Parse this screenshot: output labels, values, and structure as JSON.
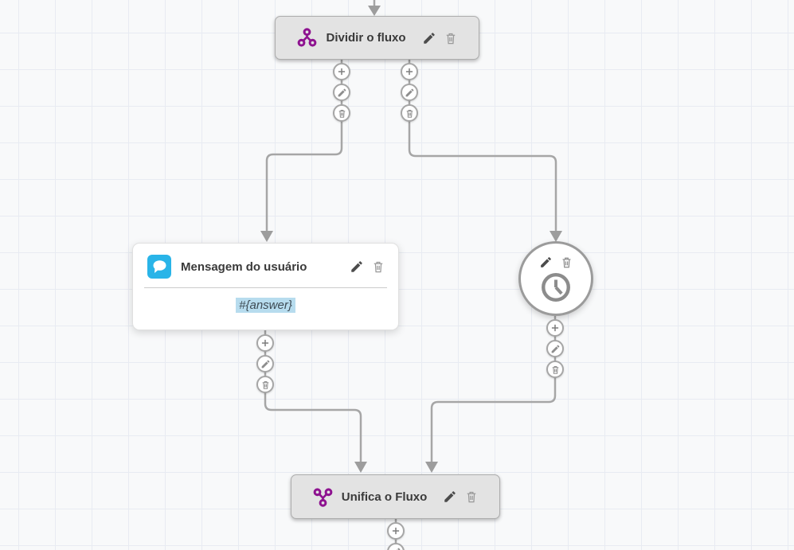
{
  "colors": {
    "background": "#f8f9fa",
    "grid_line": "#e8ebf2",
    "connector": "#a6a6a6",
    "node_fill": "#e3e3e3",
    "purple_accent": "#8e1390",
    "message_icon_blue": "#29b4e8",
    "variable_highlight": "#b7dcee"
  },
  "nodes": {
    "split": {
      "title": "Dividir o fluxo",
      "icon": "split-flow-icon"
    },
    "user_message": {
      "title": "Mensagem do usuário",
      "content": "#{answer}",
      "icon": "chat-bubble-icon"
    },
    "wait": {
      "icon": "clock-icon"
    },
    "merge": {
      "title": "Unifica o Fluxo",
      "icon": "merge-flow-icon"
    }
  },
  "controls": {
    "node_actions": [
      "edit-icon",
      "delete-icon"
    ],
    "connector_actions": [
      "plus-icon",
      "edit-icon",
      "delete-icon"
    ]
  }
}
